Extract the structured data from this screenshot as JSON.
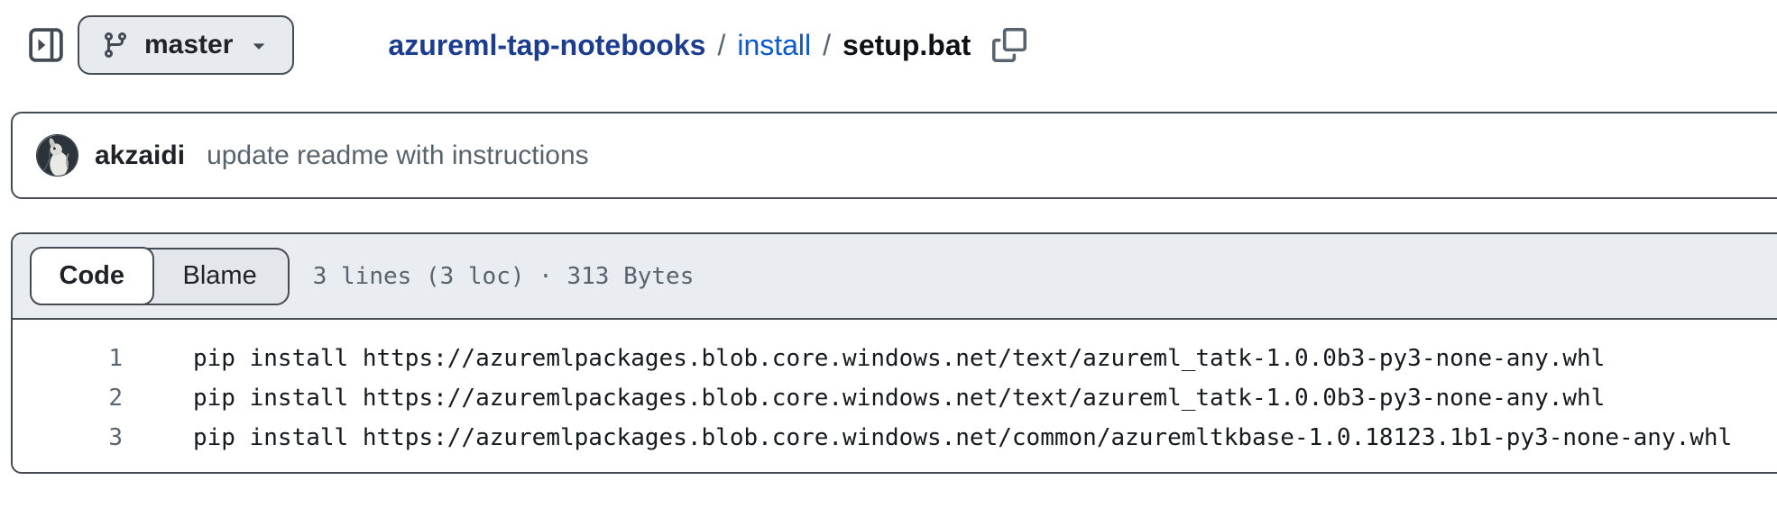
{
  "topbar": {
    "branch_button": {
      "label": "master"
    },
    "breadcrumb": {
      "repo": "azureml-tap-notebooks",
      "separator": "/",
      "folder": "install",
      "file": "setup.bat"
    },
    "icons": {
      "sidebar_expand": "panel with right-pointing triangle",
      "git_branch": "git branch glyph",
      "chevron_down": "dropdown caret",
      "copy_path": "two overlapping squares"
    }
  },
  "commit_bar": {
    "author": "akzaidi",
    "message": "update readme with instructions"
  },
  "file_panel": {
    "tabs": [
      {
        "label": "Code",
        "active": true
      },
      {
        "label": "Blame",
        "active": false
      }
    ],
    "meta": "3 lines (3 loc) · 313 Bytes",
    "code_lines": [
      {
        "number": "1",
        "text": "pip install https://azuremlpackages.blob.core.windows.net/text/azureml_tatk-1.0.0b3-py3-none-any.whl"
      },
      {
        "number": "2",
        "text": "pip install https://azuremlpackages.blob.core.windows.net/text/azureml_tatk-1.0.0b3-py3-none-any.whl"
      },
      {
        "number": "3",
        "text": "pip install https://azuremlpackages.blob.core.windows.net/common/azuremltkbase-1.0.18123.1b1-py3-none-any.whl"
      }
    ]
  },
  "colors": {
    "border": "#454c54",
    "text_primary": "#1f2328",
    "text_muted": "#59636e",
    "header_background": "#e9ecf0",
    "repo_link": "#1c3d8f",
    "folder_link": "#0c58d0"
  }
}
